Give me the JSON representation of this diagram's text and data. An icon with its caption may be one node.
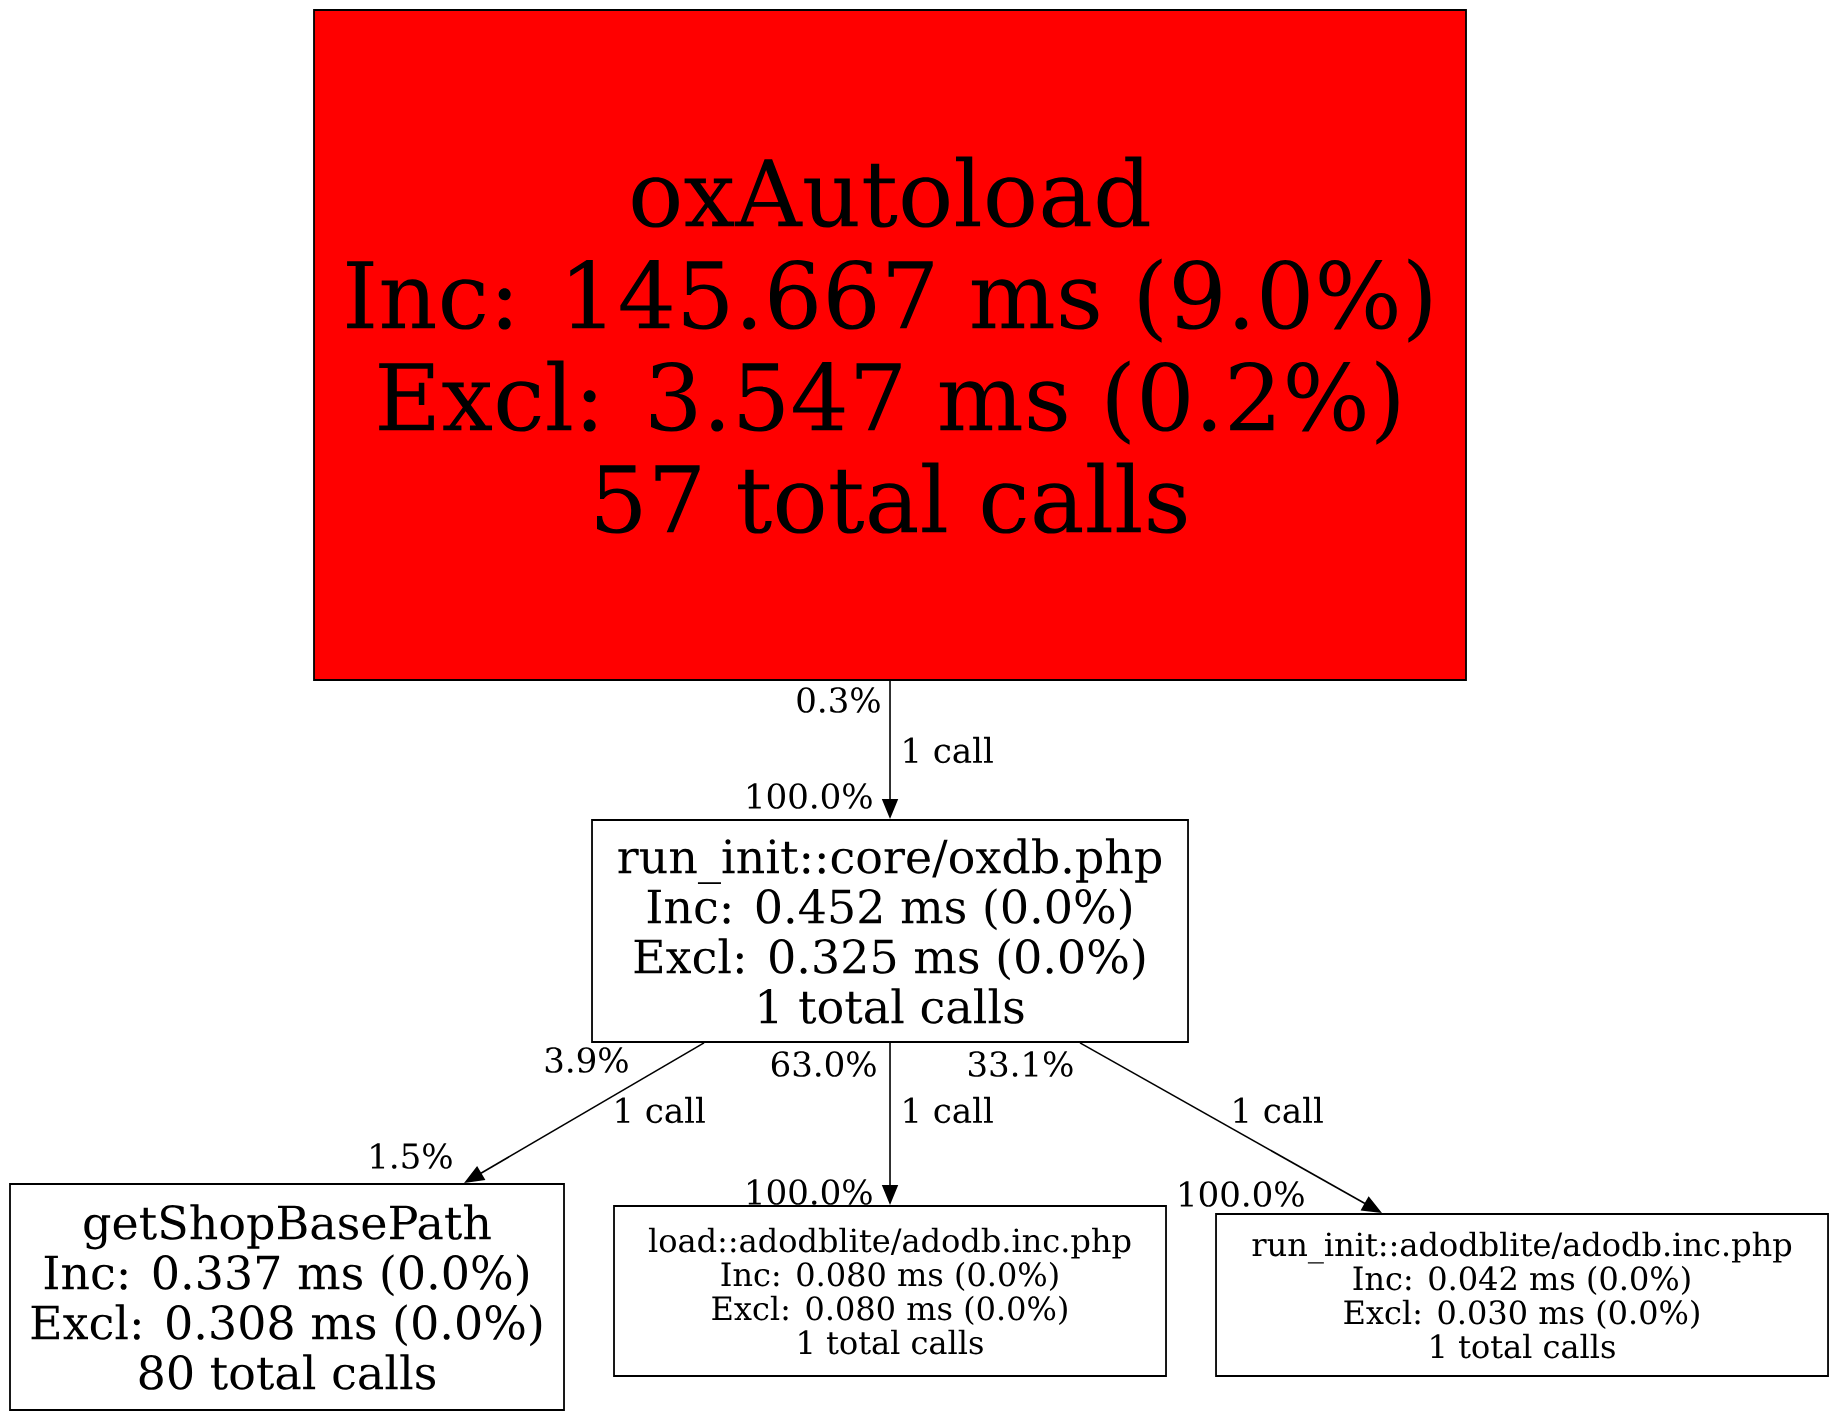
{
  "diagram": {
    "nodes": [
      {
        "text": [
          "oxAutoload",
          "Inc: 145.667 ms (9.0%)",
          "Excl: 3.547 ms (0.2%)",
          "57 total calls"
        ]
      },
      {
        "text": [
          "run_init::core/oxdb.php",
          "Inc: 0.452 ms (0.0%)",
          "Excl: 0.325 ms (0.0%)",
          "1 total calls"
        ]
      },
      {
        "text": [
          "getShopBasePath",
          "Inc: 0.337 ms (0.0%)",
          "Excl: 0.308 ms (0.0%)",
          "80 total calls"
        ]
      },
      {
        "text": [
          "load::adodblite/adodb.inc.php",
          "Inc: 0.080 ms (0.0%)",
          "Excl: 0.080 ms (0.0%)",
          "1 total calls"
        ]
      },
      {
        "text": [
          "run_init::adodblite/adodb.inc.php",
          "Inc: 0.042 ms (0.0%)",
          "Excl: 0.030 ms (0.0%)",
          "1 total calls"
        ]
      }
    ],
    "edges": [
      {
        "from": 0,
        "to": 1,
        "arrow": "to",
        "label": "1 call"
      },
      {
        "from": 1,
        "to": 2,
        "arrow": "to",
        "label": "1 call"
      },
      {
        "from": 1,
        "to": 3,
        "arrow": "to",
        "label": "1 call"
      },
      {
        "from": 1,
        "to": 4,
        "arrow": "to",
        "label": "1 call"
      }
    ],
    "labels": [
      "0.3%",
      "100.0%",
      "3.9%",
      "63.0%",
      "33.1%",
      "1.5%",
      "100.0%",
      "100.0%"
    ]
  }
}
